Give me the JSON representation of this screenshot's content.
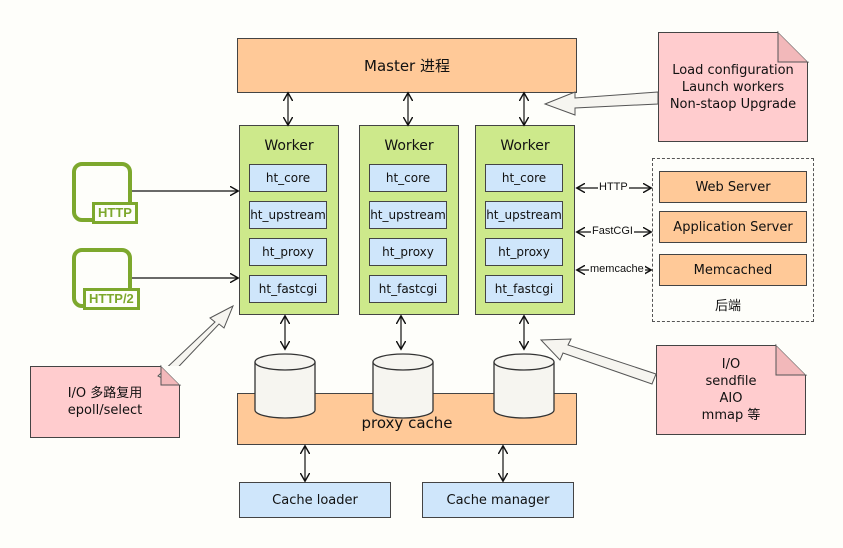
{
  "master": {
    "label": "Master 进程"
  },
  "master_note": {
    "lines": [
      "Load configuration",
      "Launch workers",
      "Non-staop Upgrade"
    ]
  },
  "workers": [
    {
      "title": "Worker",
      "modules": [
        "ht_core",
        "ht_upstream",
        "ht_proxy",
        "ht_fastcgi"
      ]
    },
    {
      "title": "Worker",
      "modules": [
        "ht_core",
        "ht_upstream",
        "ht_proxy",
        "ht_fastcgi"
      ]
    },
    {
      "title": "Worker",
      "modules": [
        "ht_core",
        "ht_upstream",
        "ht_proxy",
        "ht_fastcgi"
      ]
    }
  ],
  "protocols": [
    "HTTP",
    "HTTP/2"
  ],
  "backend": {
    "label": "后端",
    "servers": [
      "Web Server",
      "Application Server",
      "Memcached"
    ],
    "links": [
      "HTTP",
      "FastCGI",
      "memcache"
    ]
  },
  "io_note": {
    "lines": [
      "I/O 多路复用",
      "epoll/select"
    ]
  },
  "proxy_cache": {
    "label": "proxy cache"
  },
  "io_note2": {
    "lines": [
      "I/O",
      "sendfile",
      "AIO",
      "mmap 等"
    ]
  },
  "cache_loader": {
    "label": "Cache loader"
  },
  "cache_manager": {
    "label": "Cache manager"
  },
  "colors": {
    "master": "#ffc998",
    "worker": "#cde98b",
    "module": "#cfe6fb",
    "note": "#ffccce",
    "protocol": "#7da82d"
  }
}
